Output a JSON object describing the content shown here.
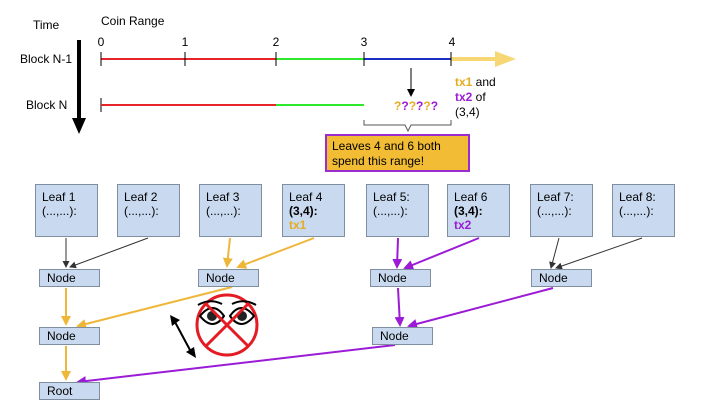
{
  "header": {
    "time_label": "Time",
    "coin_range_label": "Coin Range"
  },
  "rows": {
    "block_n_minus_1": "Block N-1",
    "block_n": "Block N"
  },
  "ticks": [
    "0",
    "1",
    "2",
    "3",
    "4"
  ],
  "unknown_range": {
    "chars": [
      "?",
      "?",
      "?",
      "?",
      "?",
      "?"
    ],
    "colors": [
      "#e5ac20",
      "#9b1bd6",
      "#e5ac20",
      "#9b1bd6",
      "#e5ac20",
      "#9b1bd6"
    ]
  },
  "note": {
    "tx1": "tx1",
    "and": " and",
    "tx2": "tx2",
    "of": " of",
    "range": "(3,4)"
  },
  "callout": {
    "text": "Leaves 4 and 6 both spend this range!"
  },
  "leaves": [
    {
      "name": "Leaf 1",
      "range": "(...,...):"
    },
    {
      "name": "Leaf 2",
      "range": "(...,...):"
    },
    {
      "name": "Leaf 3",
      "range": "(...,...):"
    },
    {
      "name": "Leaf 4",
      "range": "(3,4):",
      "tx": "tx1"
    },
    {
      "name": "Leaf 5:",
      "range": "(...,...):"
    },
    {
      "name": "Leaf 6",
      "range": "(3,4):",
      "tx": "tx2"
    },
    {
      "name": "Leaf 7:",
      "range": "(...,...):"
    },
    {
      "name": "Leaf 8:",
      "range": "(...,...):"
    }
  ],
  "nodes": {
    "label": "Node",
    "root_label": "Root"
  },
  "colors": {
    "red": "#e8242b",
    "green": "#2ee82e",
    "blue": "#1b2fc4",
    "tx1": "#e5ac20",
    "tx2": "#9b1bd6",
    "arrow_ext": "#f6d774",
    "leaf_fill": "#c9daf0",
    "callout_fill": "#f2bd34"
  },
  "icons": [
    "no-peeking-icon",
    "double-arrow-icon"
  ]
}
